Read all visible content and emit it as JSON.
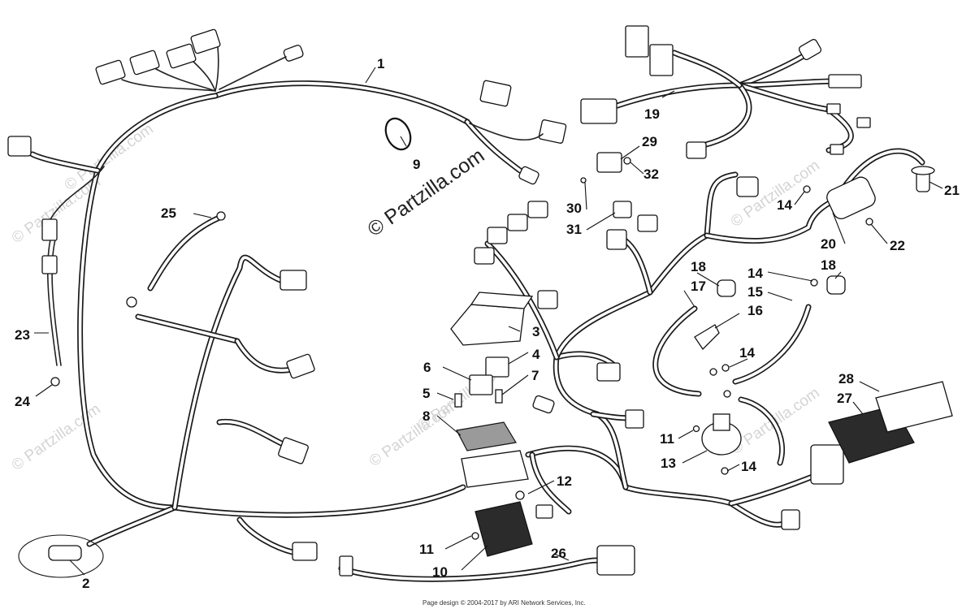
{
  "watermark": {
    "main": "© Partzilla.com",
    "repeat": "© Partzilla.com"
  },
  "footer": "Page design © 2004-2017 by ARI Network Services, Inc.",
  "callouts": [
    "1",
    "2",
    "3",
    "4",
    "5",
    "6",
    "7",
    "8",
    "9",
    "10",
    "11",
    "11",
    "12",
    "13",
    "14",
    "14",
    "14",
    "14",
    "15",
    "16",
    "17",
    "18",
    "18",
    "19",
    "20",
    "21",
    "22",
    "23",
    "24",
    "25",
    "26",
    "27",
    "28",
    "29",
    "30",
    "31",
    "32"
  ]
}
